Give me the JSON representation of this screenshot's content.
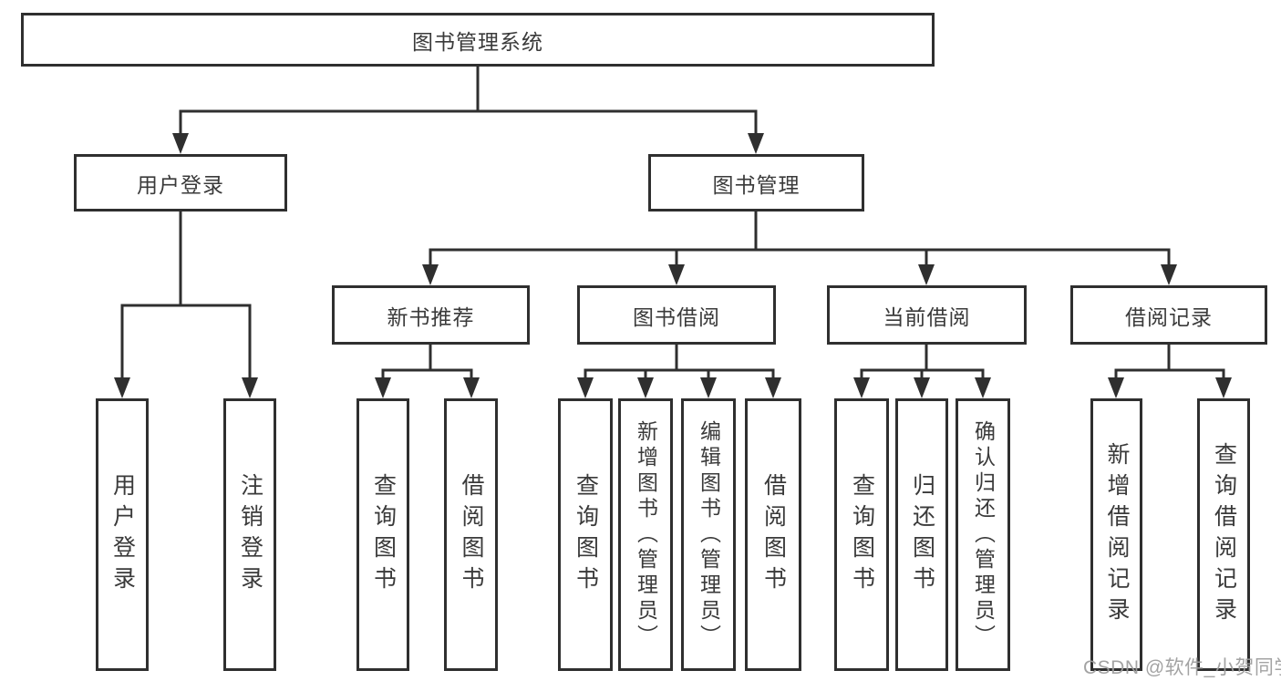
{
  "diagram": {
    "root": {
      "label": "图书管理系统"
    },
    "user_login": {
      "label": "用户登录",
      "children": [
        {
          "label": "用户登录"
        },
        {
          "label": "注销登录"
        }
      ]
    },
    "book_management": {
      "label": "图书管理",
      "children": [
        {
          "label": "新书推荐",
          "children": [
            {
              "label": "查询图书"
            },
            {
              "label": "借阅图书"
            }
          ]
        },
        {
          "label": "图书借阅",
          "children": [
            {
              "label": "查询图书"
            },
            {
              "label": "新增图书（管理员）"
            },
            {
              "label": "编辑图书（管理员）"
            },
            {
              "label": "借阅图书"
            }
          ]
        },
        {
          "label": "当前借阅",
          "children": [
            {
              "label": "查询图书"
            },
            {
              "label": "归还图书"
            },
            {
              "label": "确认归还（管理员）"
            }
          ]
        },
        {
          "label": "借阅记录",
          "children": [
            {
              "label": "新增借阅记录"
            },
            {
              "label": "查询借阅记录"
            }
          ]
        }
      ]
    }
  },
  "watermark": {
    "text": "CSDN @软件_小贺同学"
  },
  "colors": {
    "line": "#2f2f2f",
    "box_border": "#2f2f2f",
    "text": "#3a3a3a",
    "watermark": "#9e9e9e",
    "background": "#ffffff"
  }
}
